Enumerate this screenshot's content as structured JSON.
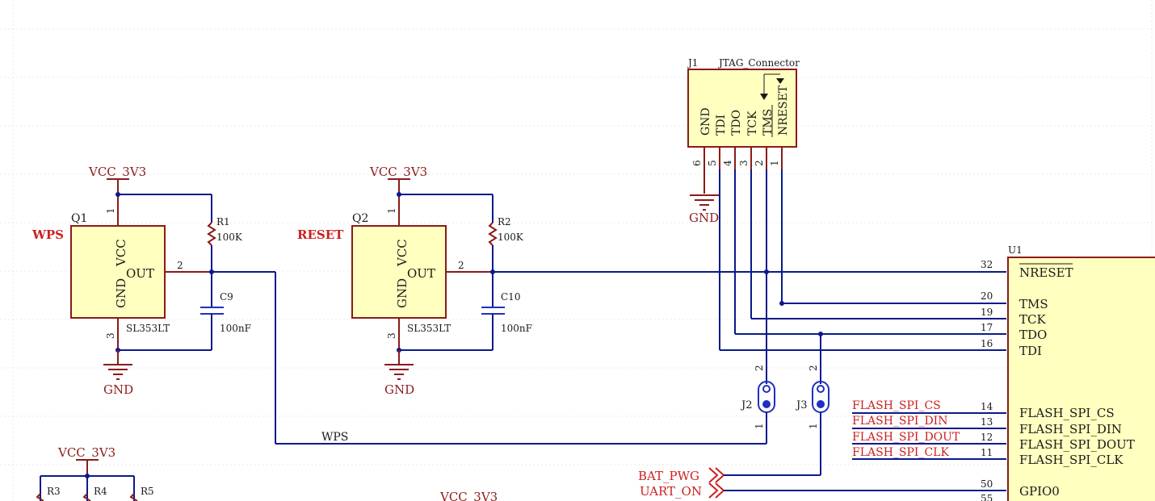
{
  "schematic": {
    "net_labels": {
      "vcc": "VCC_3V3",
      "gnd": "GND",
      "wps_net": "WPS",
      "bat_pwg": "BAT_PWG",
      "uart_on": "UART_ON"
    },
    "components": {
      "q1": {
        "ref": "Q1",
        "part": "SL353LT",
        "pin_vcc": "VCC",
        "pin_gnd": "GND",
        "pin_out": "OUT",
        "tag": "WPS",
        "pin1": "1",
        "pin2": "2",
        "pin3": "3"
      },
      "q2": {
        "ref": "Q2",
        "part": "SL353LT",
        "pin_vcc": "VCC",
        "pin_gnd": "GND",
        "pin_out": "OUT",
        "tag": "RESET",
        "pin1": "1",
        "pin2": "2",
        "pin3": "3"
      },
      "r1": {
        "ref": "R1",
        "value": "100K"
      },
      "r2": {
        "ref": "R2",
        "value": "100K"
      },
      "c9": {
        "ref": "C9",
        "value": "100nF"
      },
      "c10": {
        "ref": "C10",
        "value": "100nF"
      },
      "r3": {
        "ref": "R3"
      },
      "r4": {
        "ref": "R4"
      },
      "r5": {
        "ref": "R5"
      },
      "j1": {
        "ref": "J1",
        "name": "JTAG_Connector",
        "pins": [
          "GND",
          "TDI",
          "TDO",
          "TCK",
          "TMS",
          "NRESET"
        ],
        "pin_numbers": [
          "6",
          "5",
          "4",
          "3",
          "2",
          "1"
        ]
      },
      "j2": {
        "ref": "J2",
        "pin1": "1",
        "pin2": "2"
      },
      "j3": {
        "ref": "J3",
        "pin1": "1",
        "pin2": "2"
      },
      "u1": {
        "ref": "U1",
        "pins": [
          {
            "num": "32",
            "name": "NRESET"
          },
          {
            "num": "20",
            "name": "TMS"
          },
          {
            "num": "19",
            "name": "TCK"
          },
          {
            "num": "17",
            "name": "TDO"
          },
          {
            "num": "16",
            "name": "TDI"
          },
          {
            "num": "14",
            "name": "FLASH_SPI_CS"
          },
          {
            "num": "13",
            "name": "FLASH_SPI_DIN"
          },
          {
            "num": "12",
            "name": "FLASH_SPI_DOUT"
          },
          {
            "num": "11",
            "name": "FLASH_SPI_CLK"
          },
          {
            "num": "50",
            "name": "GPIO0"
          },
          {
            "num": "55",
            "name": ""
          }
        ]
      }
    },
    "flash_nets": [
      "FLASH_SPI_CS",
      "FLASH_SPI_DIN",
      "FLASH_SPI_DOUT",
      "FLASH_SPI_CLK"
    ],
    "colors": {
      "wire": "#0a1a8c",
      "component_outline": "#8c1a1a",
      "component_fill": "#ffffc0",
      "label_red": "#cc1f1f",
      "power_label": "#8c1a1a",
      "jumper_blue": "#1f2fbf"
    }
  }
}
